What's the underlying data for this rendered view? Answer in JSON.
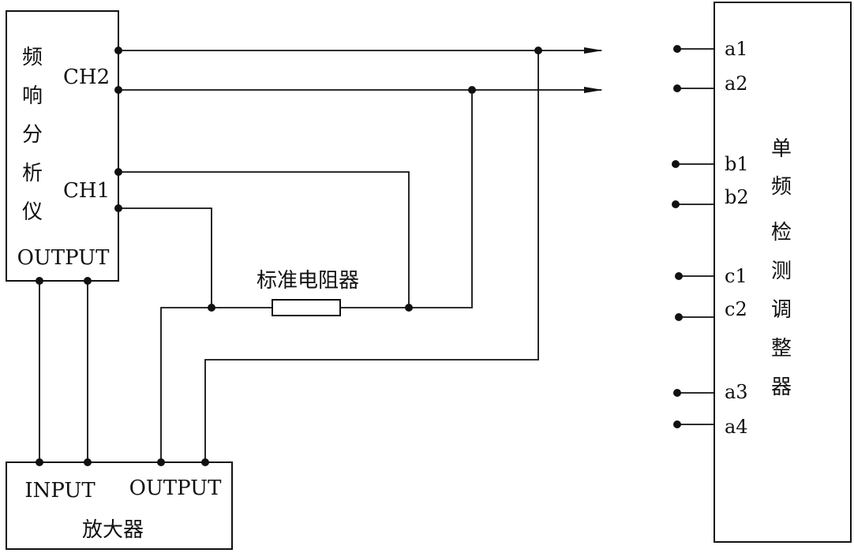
{
  "analyzer": {
    "title_chars": [
      "频",
      "响",
      "分",
      "析",
      "仪"
    ],
    "ch2": "CH2",
    "ch1": "CH1",
    "output": "OUTPUT"
  },
  "amplifier": {
    "input": "INPUT",
    "output": "OUTPUT",
    "name": "放大器"
  },
  "resistor": {
    "label": "标准电阻器"
  },
  "detector": {
    "title_chars": [
      "单",
      "频",
      "检",
      "测",
      "调",
      "整",
      "器"
    ],
    "terminals": [
      "a1",
      "a2",
      "b1",
      "b2",
      "c1",
      "c2",
      "a3",
      "a4"
    ]
  },
  "colors": {
    "line": "#111111",
    "background": "#ffffff"
  }
}
